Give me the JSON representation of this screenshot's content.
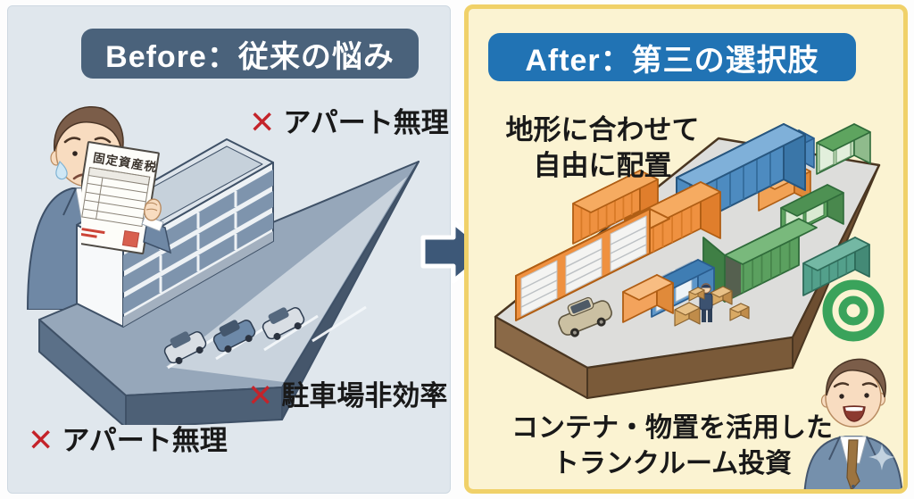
{
  "before": {
    "header": "Before：従来の悩み",
    "issues": [
      {
        "mark": "✕",
        "label": "アパート無理"
      },
      {
        "mark": "✕",
        "label": "駐車場非効率"
      },
      {
        "mark": "✕",
        "label": "アパート無理"
      }
    ],
    "document_title": "固定資産税"
  },
  "after": {
    "header": "After：第三の選択肢",
    "note": {
      "line1": "地形に合わせて",
      "line2": "自由に配置"
    },
    "caption": {
      "line1": "コンテナ・物置を活用した",
      "line2": "トランクルーム投資"
    }
  },
  "icons": {
    "cross": "red-x-mark",
    "arrow": "right-arrow",
    "seal": "green-double-circle",
    "distress": "spiral-scribble",
    "sweat": "sweat-drop",
    "sparkle": "four-point-sparkle"
  },
  "palette": {
    "panel_before_bg": "#e0e7ed",
    "badge_before_bg": "#4a627b",
    "panel_after_bg": "#fbf3d2",
    "panel_after_border": "#f0d169",
    "badge_after_bg": "#2173b4",
    "cross_red": "#c4232a",
    "text_black": "#191919",
    "arrow_blue": "#3d5878",
    "seal_green": "#3aa35b",
    "container_orange": "#ef9140",
    "container_blue": "#4d8bc0",
    "container_green": "#5ba05f",
    "land_brown": "#8a6947",
    "land_blue_gray": "#96a7ba"
  }
}
